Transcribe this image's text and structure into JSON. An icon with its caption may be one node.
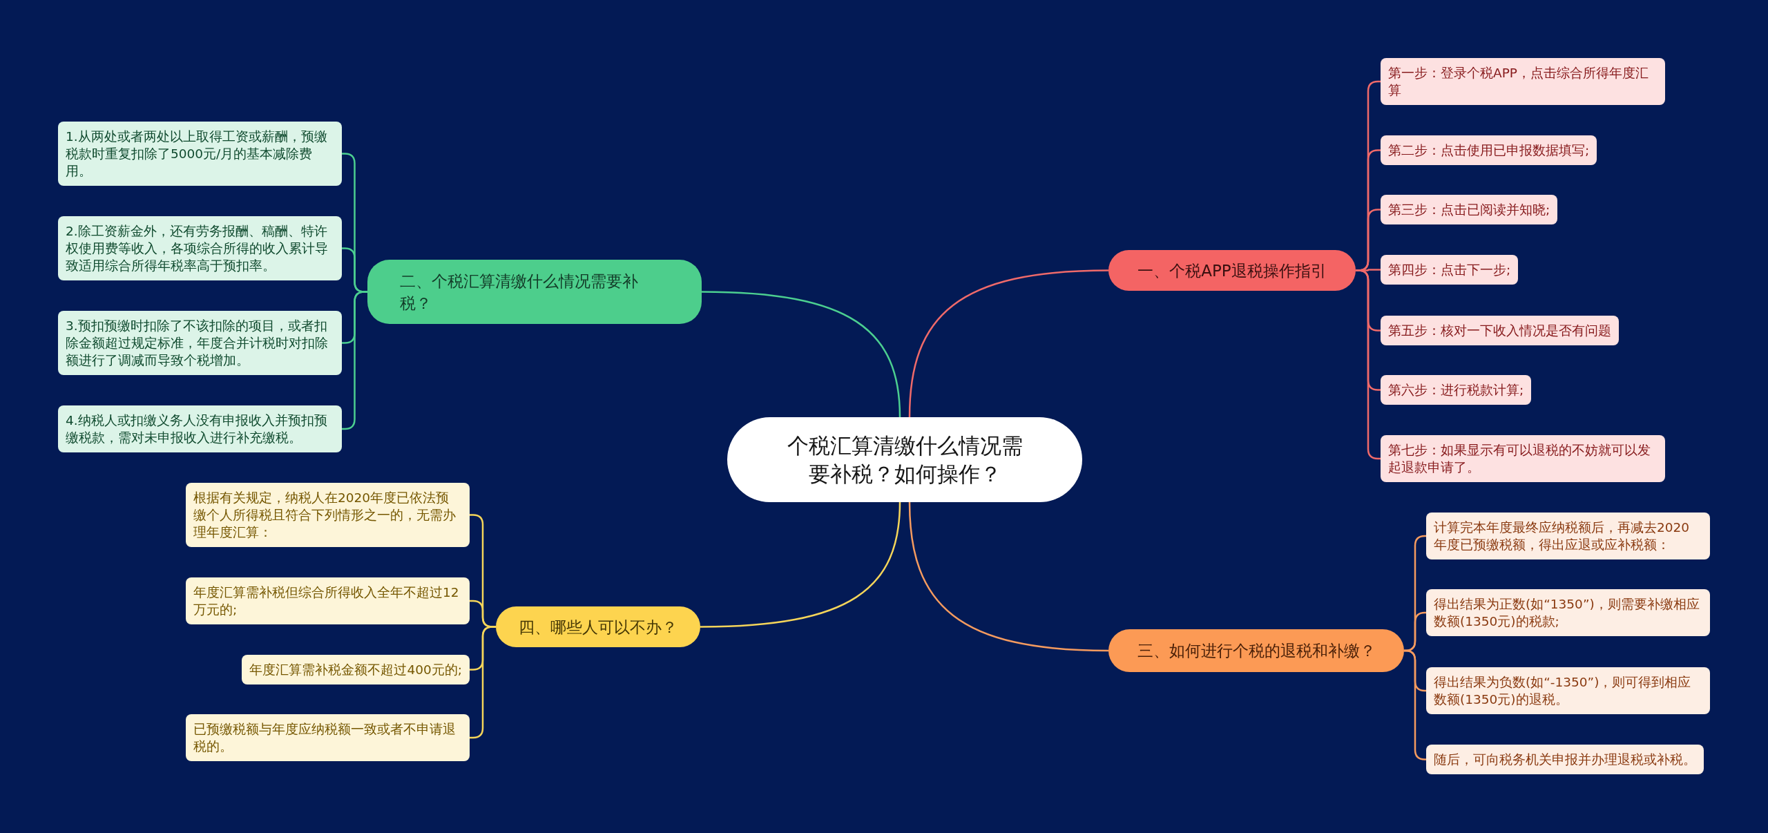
{
  "diagram": {
    "nodes": [
      {
        "text": [
          "个税汇算清缴什么情况需要补税？如何操作？"
        ]
      },
      {
        "text": [
          "一、个税APP退税操作指引"
        ]
      },
      {
        "text": [
          "第一步：登录个税APP，点击综合所得年度汇算"
        ]
      },
      {
        "text": [
          "第二步：点击使用已申报数据填写;"
        ]
      },
      {
        "text": [
          "第三步：点击已阅读并知晓;"
        ]
      },
      {
        "text": [
          "第四步：点击下一步;"
        ]
      },
      {
        "text": [
          "第五步：核对一下收入情况是否有问题"
        ]
      },
      {
        "text": [
          "第六步：进行税款计算;"
        ]
      },
      {
        "text": [
          "第七步：如果显示有可以退税的不妨就可以发起退款申请了。"
        ]
      },
      {
        "text": [
          "二、个税汇算清缴什么情况需要补税？"
        ]
      },
      {
        "text": [
          "1.从两处或者两处以上取得工资或薪酬，预缴税款时重复扣除了5000元/月的基本减除费用。"
        ]
      },
      {
        "text": [
          "2.除工资薪金外，还有劳务报酬、稿酬、特许权使用费等收入，各项综合所得的收入累计导致适用综合所得年税率高于预扣率。"
        ]
      },
      {
        "text": [
          "3.预扣预缴时扣除了不该扣除的项目，或者扣除金额超过规定标准，年度合并计税时对扣除额进行了调减而导致个税增加。"
        ]
      },
      {
        "text": [
          "4.纳税人或扣缴义务人没有申报收入并预扣预缴税款，需对未申报收入进行补充缴税。"
        ]
      },
      {
        "text": [
          "三、如何进行个税的退税和补缴？"
        ]
      },
      {
        "text": [
          "计算完本年度最终应纳税额后，再减去2020年度已预缴税额，得出应退或应补税额："
        ]
      },
      {
        "text": [
          "得出结果为正数(如“1350”)，则需要补缴相应数额(1350元)的税款;"
        ]
      },
      {
        "text": [
          "得出结果为负数(如“-1350”)，则可得到相应数额(1350元)的退税。"
        ]
      },
      {
        "text": [
          "随后，可向税务机关申报并办理退税或补税。"
        ]
      },
      {
        "text": [
          "四、哪些人可以不办？"
        ]
      },
      {
        "text": [
          "根据有关规定，纳税人在2020年度已依法预缴个人所得税且符合下列情形之一的，无需办理年度汇算："
        ]
      },
      {
        "text": [
          "年度汇算需补税但综合所得收入全年不超过12万元的;"
        ]
      },
      {
        "text": [
          "年度汇算需补税金额不超过400元的;"
        ]
      },
      {
        "text": [
          "已预缴税额与年度应纳税额一致或者不申请退税的。"
        ]
      }
    ],
    "edges": [
      {
        "from": 0,
        "to": 1,
        "arrow": "none",
        "color": "#f06a6a"
      },
      {
        "from": 1,
        "to": 2,
        "arrow": "none",
        "color": "#f06a6a"
      },
      {
        "from": 1,
        "to": 3,
        "arrow": "none",
        "color": "#f06a6a"
      },
      {
        "from": 1,
        "to": 4,
        "arrow": "none",
        "color": "#f06a6a"
      },
      {
        "from": 1,
        "to": 5,
        "arrow": "none",
        "color": "#f06a6a"
      },
      {
        "from": 1,
        "to": 6,
        "arrow": "none",
        "color": "#f06a6a"
      },
      {
        "from": 1,
        "to": 7,
        "arrow": "none",
        "color": "#f06a6a"
      },
      {
        "from": 1,
        "to": 8,
        "arrow": "none",
        "color": "#f06a6a"
      },
      {
        "from": 0,
        "to": 9,
        "arrow": "none",
        "color": "#4ccf90"
      },
      {
        "from": 9,
        "to": 10,
        "arrow": "none",
        "color": "#4ccf90"
      },
      {
        "from": 9,
        "to": 11,
        "arrow": "none",
        "color": "#4ccf90"
      },
      {
        "from": 9,
        "to": 12,
        "arrow": "none",
        "color": "#4ccf90"
      },
      {
        "from": 9,
        "to": 13,
        "arrow": "none",
        "color": "#4ccf90"
      },
      {
        "from": 0,
        "to": 14,
        "arrow": "none",
        "color": "#f59b5f"
      },
      {
        "from": 14,
        "to": 15,
        "arrow": "none",
        "color": "#f59b5f"
      },
      {
        "from": 14,
        "to": 16,
        "arrow": "none",
        "color": "#f59b5f"
      },
      {
        "from": 14,
        "to": 17,
        "arrow": "none",
        "color": "#f59b5f"
      },
      {
        "from": 14,
        "to": 18,
        "arrow": "none",
        "color": "#f59b5f"
      },
      {
        "from": 0,
        "to": 19,
        "arrow": "none",
        "color": "#f5d55a"
      },
      {
        "from": 19,
        "to": 20,
        "arrow": "none",
        "color": "#f5d55a"
      },
      {
        "from": 19,
        "to": 21,
        "arrow": "none",
        "color": "#f5d55a"
      },
      {
        "from": 19,
        "to": 22,
        "arrow": "none",
        "color": "#f5d55a"
      },
      {
        "from": 19,
        "to": 23,
        "arrow": "none",
        "color": "#f5d55a"
      }
    ]
  }
}
